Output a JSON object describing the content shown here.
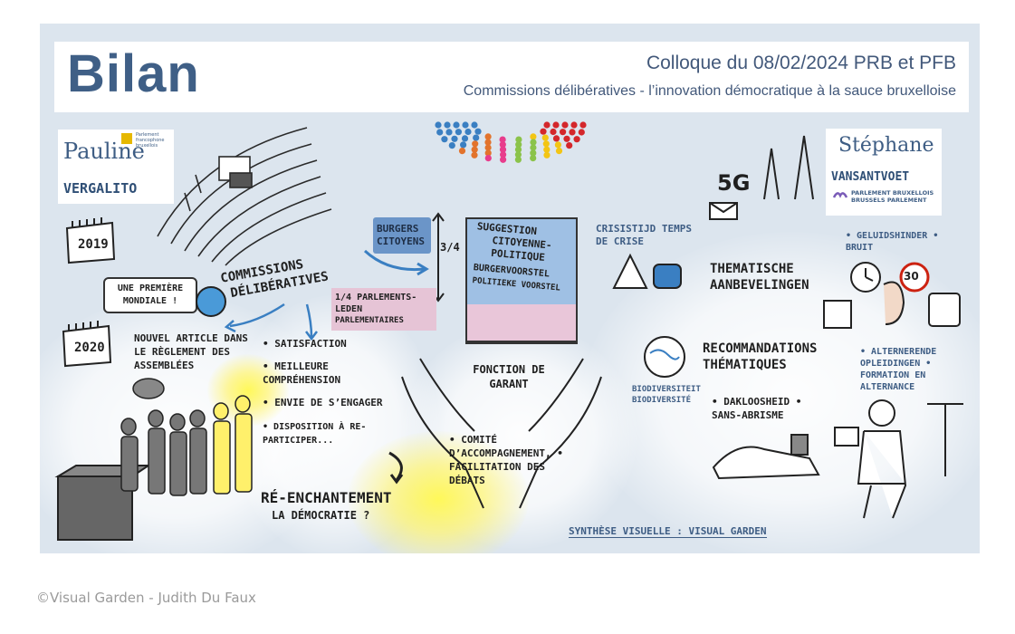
{
  "header": {
    "title": "Bilan",
    "colloque": "Colloque du 08/02/2024 PRB et PFB",
    "subtitle": "Commissions délibératives - l’innovation démocratique à la sauce bruxelloise"
  },
  "speakers": {
    "left": {
      "first": "Pauline",
      "last": "VERGALITO",
      "org_line1": "Parlement",
      "org_line2": "francophone",
      "org_line3": "bruxellois"
    },
    "right": {
      "first": "Stéphane",
      "last": "VANSANTVOET",
      "org_line1": "PARLEMENT BRUXELLOIS",
      "org_line2": "BRUSSELS PARLEMENT"
    }
  },
  "timeline": {
    "year1": "2019",
    "year1_text": "UNE PREMIÈRE MONDIALE !",
    "year2": "2020",
    "year2_text": "NOUVEL ARTICLE DANS LE RÈGLEMENT DES ASSEMBLÉES"
  },
  "commissions": {
    "line1": "COMMISSIONS",
    "line2": "DÉLIBÉRATIVES"
  },
  "composition": {
    "citizens": "BURGERS CITOYENS",
    "fraction_citizens": "3/4",
    "members": "1/4 PARLEMENTS-LEDEN",
    "members_fr": "PARLEMENTAIRES"
  },
  "scroll": {
    "line1": "SUGGESTION",
    "line2": "CITOYENNE-",
    "line3": "POLITIQUE",
    "line4": "BURGERVOORSTEL",
    "line5": "POLITIEKE VOORSTEL"
  },
  "outcomes": {
    "items": [
      "SATISFACTION",
      "MEILLEURE COMPRÉHENSION",
      "ENVIE DE S’ENGAGER",
      "DISPOSITION À RE-PARTICIPER..."
    ],
    "reenchant_1": "RÉ-ENCHANTEMENT",
    "reenchant_2": "LA DÉMOCRATIE ?"
  },
  "guarantor": {
    "fonction": "FONCTION DE GARANT",
    "comite": "• COMITÉ D’ACCOMPAGNEMENT, • FACILITATION DES DÉBATS"
  },
  "themes": {
    "crisis": "CRISISTIJD TEMPS DE CRISE",
    "fiveg": "5G",
    "thematische": "THEMATISCHE AANBEVELINGEN",
    "recommandations": "RECOMMANDATIONS THÉMATIQUES",
    "noise": "• GELUIDSHINDER • BRUIT",
    "speed": "30",
    "biodiv": "BIODIVERSITEIT BIODIVERSITÉ",
    "homeless": "• DAKLOOSHEID • SANS-ABRISME",
    "training": "• ALTERNERENDE OPLEIDINGEN • FORMATION EN ALTERNANCE"
  },
  "credit_board": "SYNTHÈSE VISUELLE : VISUAL GARDEN",
  "caption": "©Visual Garden - Judith Du Faux",
  "colors": {
    "header_text": "#3f5f86",
    "board_bg": "#dce5ee",
    "scroll_blue": "#9fc0e4",
    "scroll_pink": "#e9c6d9",
    "highlight_yellow": "#fff55a"
  }
}
